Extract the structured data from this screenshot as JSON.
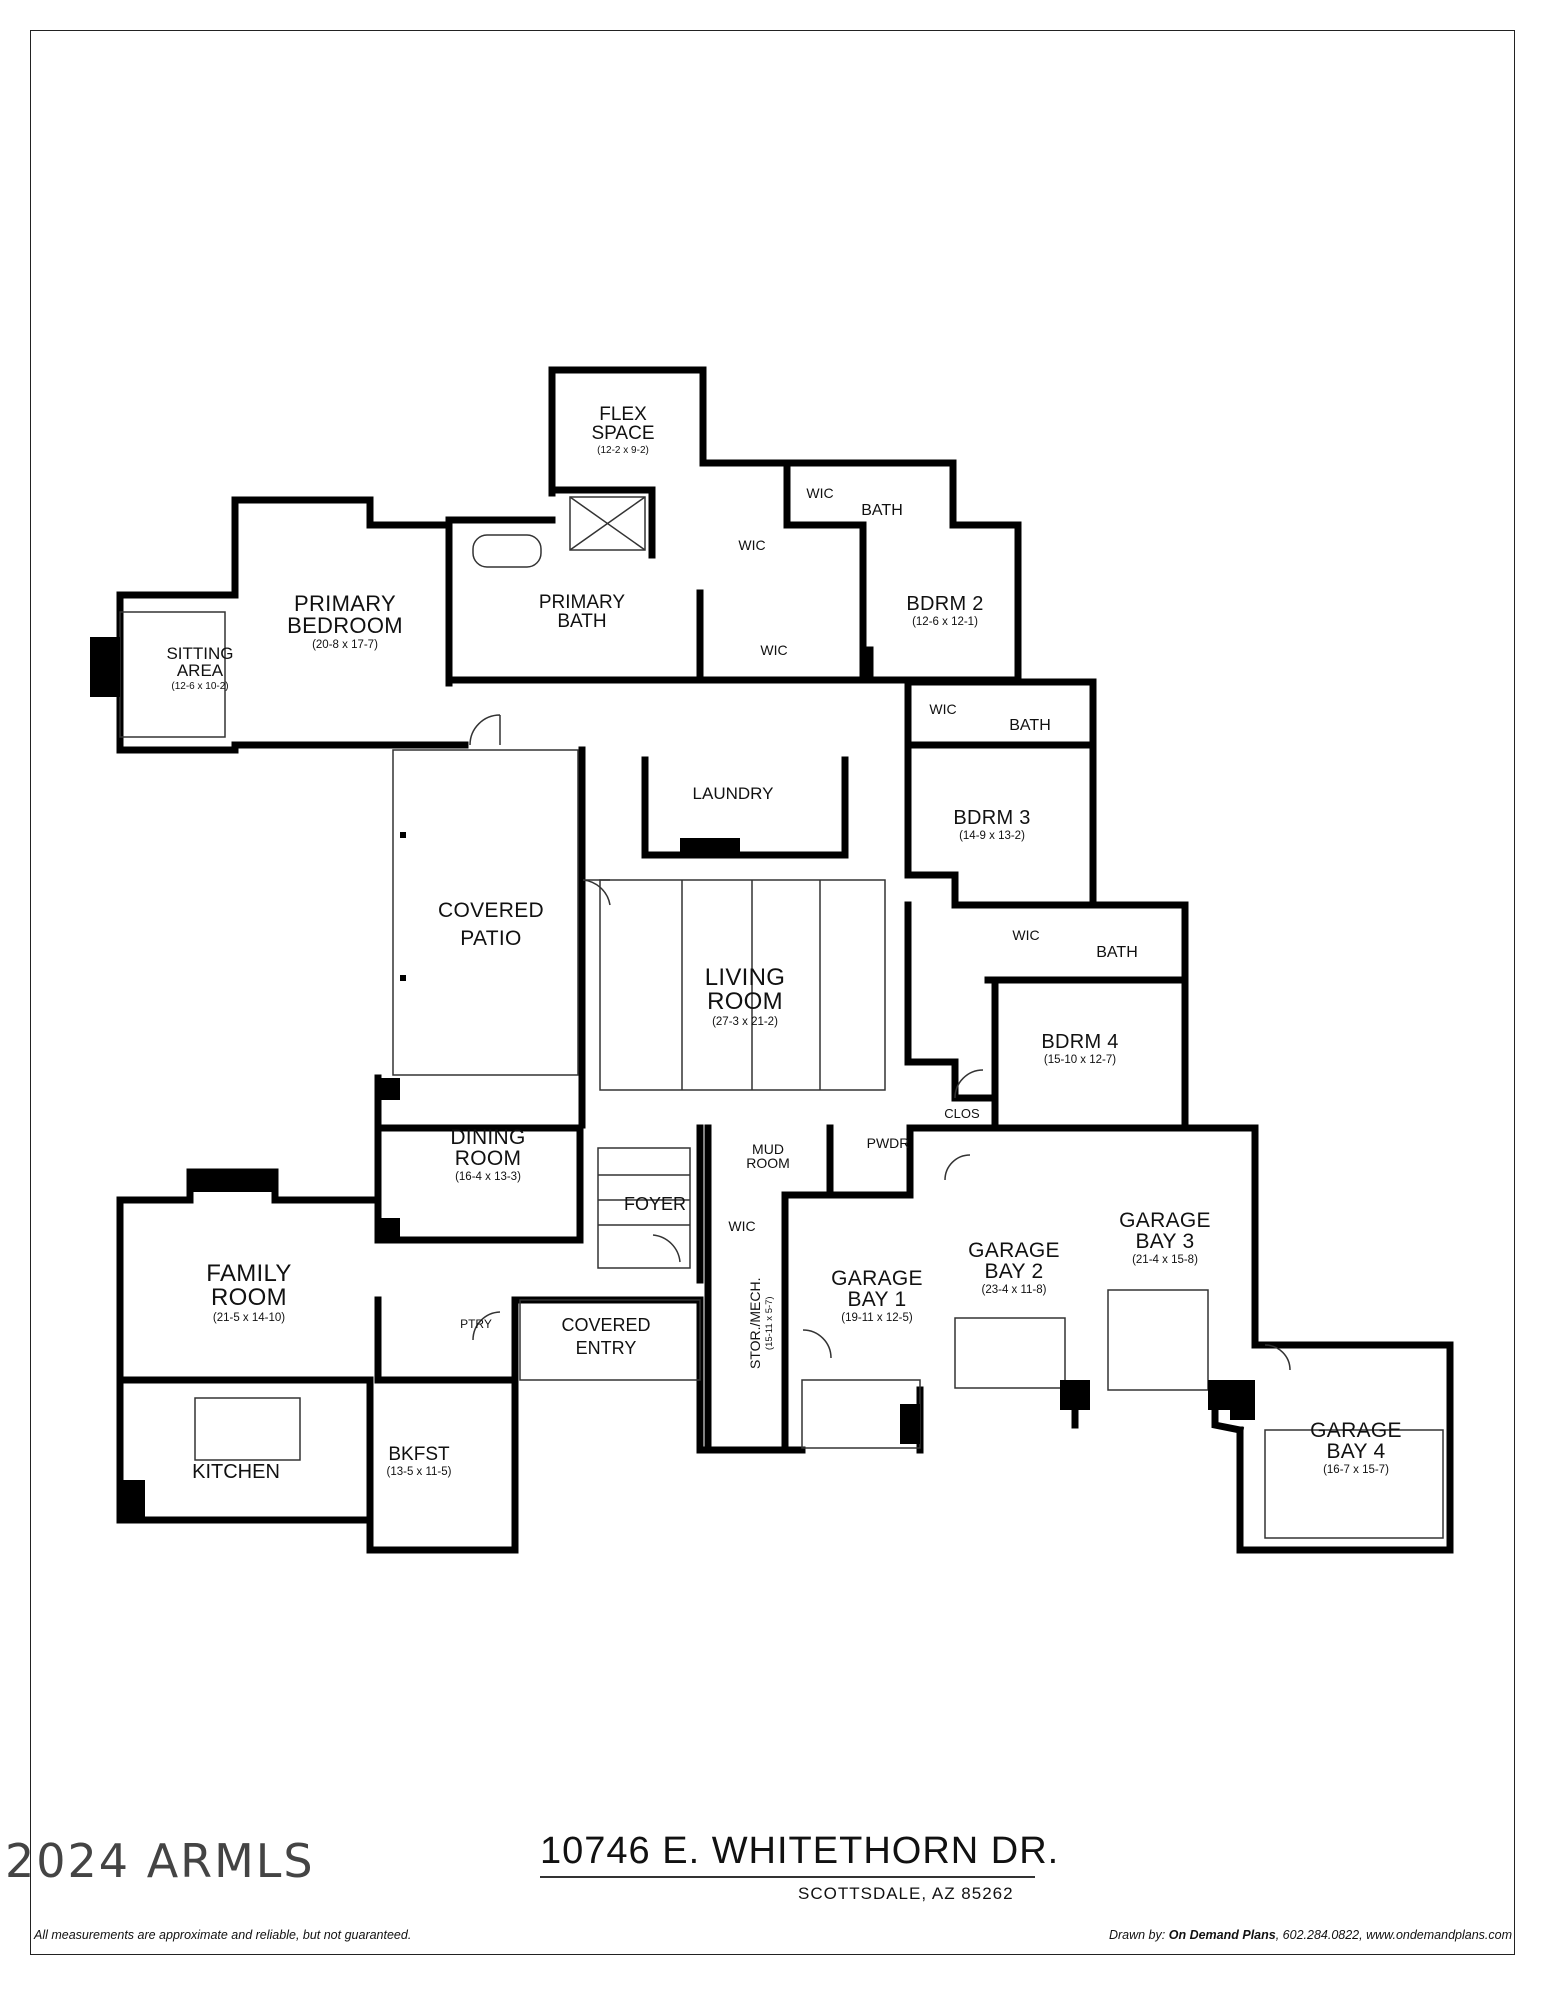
{
  "rooms": {
    "flex_space": {
      "name": "FLEX\nSPACE",
      "dims": "(12-2 x 9-2)"
    },
    "primary_bedroom": {
      "name": "PRIMARY\nBEDROOM",
      "dims": "(20-8 x 17-7)"
    },
    "sitting_area": {
      "name": "SITTING\nAREA",
      "dims": "(12-6 x 10-2)"
    },
    "primary_bath": {
      "name": "PRIMARY\nBATH"
    },
    "wic_primary_top": {
      "name": "WIC"
    },
    "wic_primary_bottom": {
      "name": "WIC"
    },
    "wic_bdrm2": {
      "name": "WIC"
    },
    "bath_bdrm2": {
      "name": "BATH"
    },
    "bdrm2": {
      "name": "BDRM 2",
      "dims": "(12-6 x 12-1)"
    },
    "wic_bdrm3": {
      "name": "WIC"
    },
    "bath_bdrm3": {
      "name": "BATH"
    },
    "bdrm3": {
      "name": "BDRM 3",
      "dims": "(14-9 x 13-2)"
    },
    "wic_bdrm4": {
      "name": "WIC"
    },
    "bath_bdrm4": {
      "name": "BATH"
    },
    "bdrm4": {
      "name": "BDRM 4",
      "dims": "(15-10 x 12-7)"
    },
    "clos": {
      "name": "CLOS"
    },
    "laundry": {
      "name": "LAUNDRY"
    },
    "covered_patio": {
      "name": "COVERED\nPATIO"
    },
    "living_room": {
      "name": "LIVING\nROOM",
      "dims": "(27-3 x 21-2)"
    },
    "dining_room": {
      "name": "DINING\nROOM",
      "dims": "(16-4 x 13-3)"
    },
    "foyer": {
      "name": "FOYER"
    },
    "mud_room": {
      "name": "MUD\nROOM"
    },
    "pwdr": {
      "name": "PWDR"
    },
    "wic_mud": {
      "name": "WIC"
    },
    "family_room": {
      "name": "FAMILY\nROOM",
      "dims": "(21-5 x 14-10)"
    },
    "ptry": {
      "name": "PTRY"
    },
    "covered_entry": {
      "name": "COVERED\nENTRY"
    },
    "stor_mech": {
      "name": "STOR./MECH.",
      "dims": "(15-11 x 5-7)"
    },
    "garage_bay1": {
      "name": "GARAGE\nBAY 1",
      "dims": "(19-11 x 12-5)"
    },
    "garage_bay2": {
      "name": "GARAGE\nBAY 2",
      "dims": "(23-4 x 11-8)"
    },
    "garage_bay3": {
      "name": "GARAGE\nBAY 3",
      "dims": "(21-4 x 15-8)"
    },
    "garage_bay4": {
      "name": "GARAGE\nBAY 4",
      "dims": "(16-7 x 15-7)"
    },
    "kitchen": {
      "name": "KITCHEN"
    },
    "bkfst": {
      "name": "BKFST",
      "dims": "(13-5 x 11-5)"
    }
  },
  "footer": {
    "copyright": "2024 ARMLS",
    "address": "10746 E. WHITETHORN DR.",
    "city": "SCOTTSDALE, AZ 85262",
    "disclaimer": "All measurements are approximate and reliable, but not guaranteed.",
    "drawn_by_label": "Drawn by:",
    "drawn_by_company": "On Demand Plans",
    "drawn_by_contact": ", 602.284.0822, www.ondemandplans.com"
  }
}
